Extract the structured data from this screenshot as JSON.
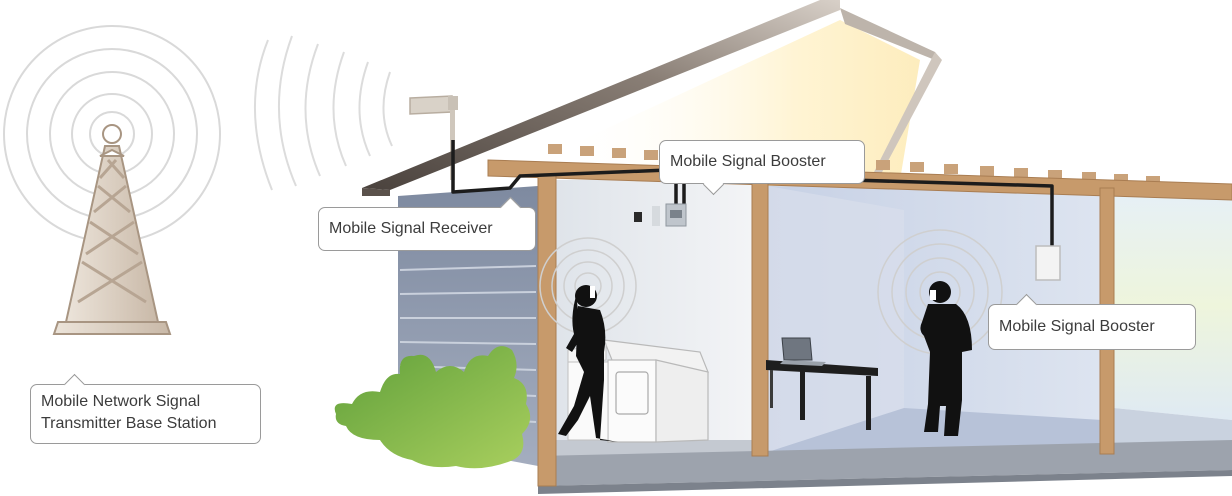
{
  "labels": {
    "tower": [
      "Mobile Network Signal",
      "Transmitter Base Station"
    ],
    "receiver": "Mobile Signal Receiver",
    "booster_top": "Mobile Signal Booster",
    "booster_right": "Mobile Signal Booster"
  },
  "icons": [
    "cell-tower-icon",
    "antenna-icon",
    "signal-waves-icon",
    "booster-unit-icon",
    "indoor-antenna-icon",
    "person-on-phone-icon",
    "laptop-icon",
    "washing-machine-icon",
    "bush-icon"
  ],
  "colors": {
    "wood": "#c79a6b",
    "roof": "#6c625a",
    "sky_glow": "#fbe7a6",
    "interior_left": "#e9ecef",
    "interior_right": "#c9d3e6",
    "bush": "#86bb4a",
    "silhouette": "#111111",
    "cable": "#1c1c1c",
    "callout_border": "#9a9a9a"
  }
}
